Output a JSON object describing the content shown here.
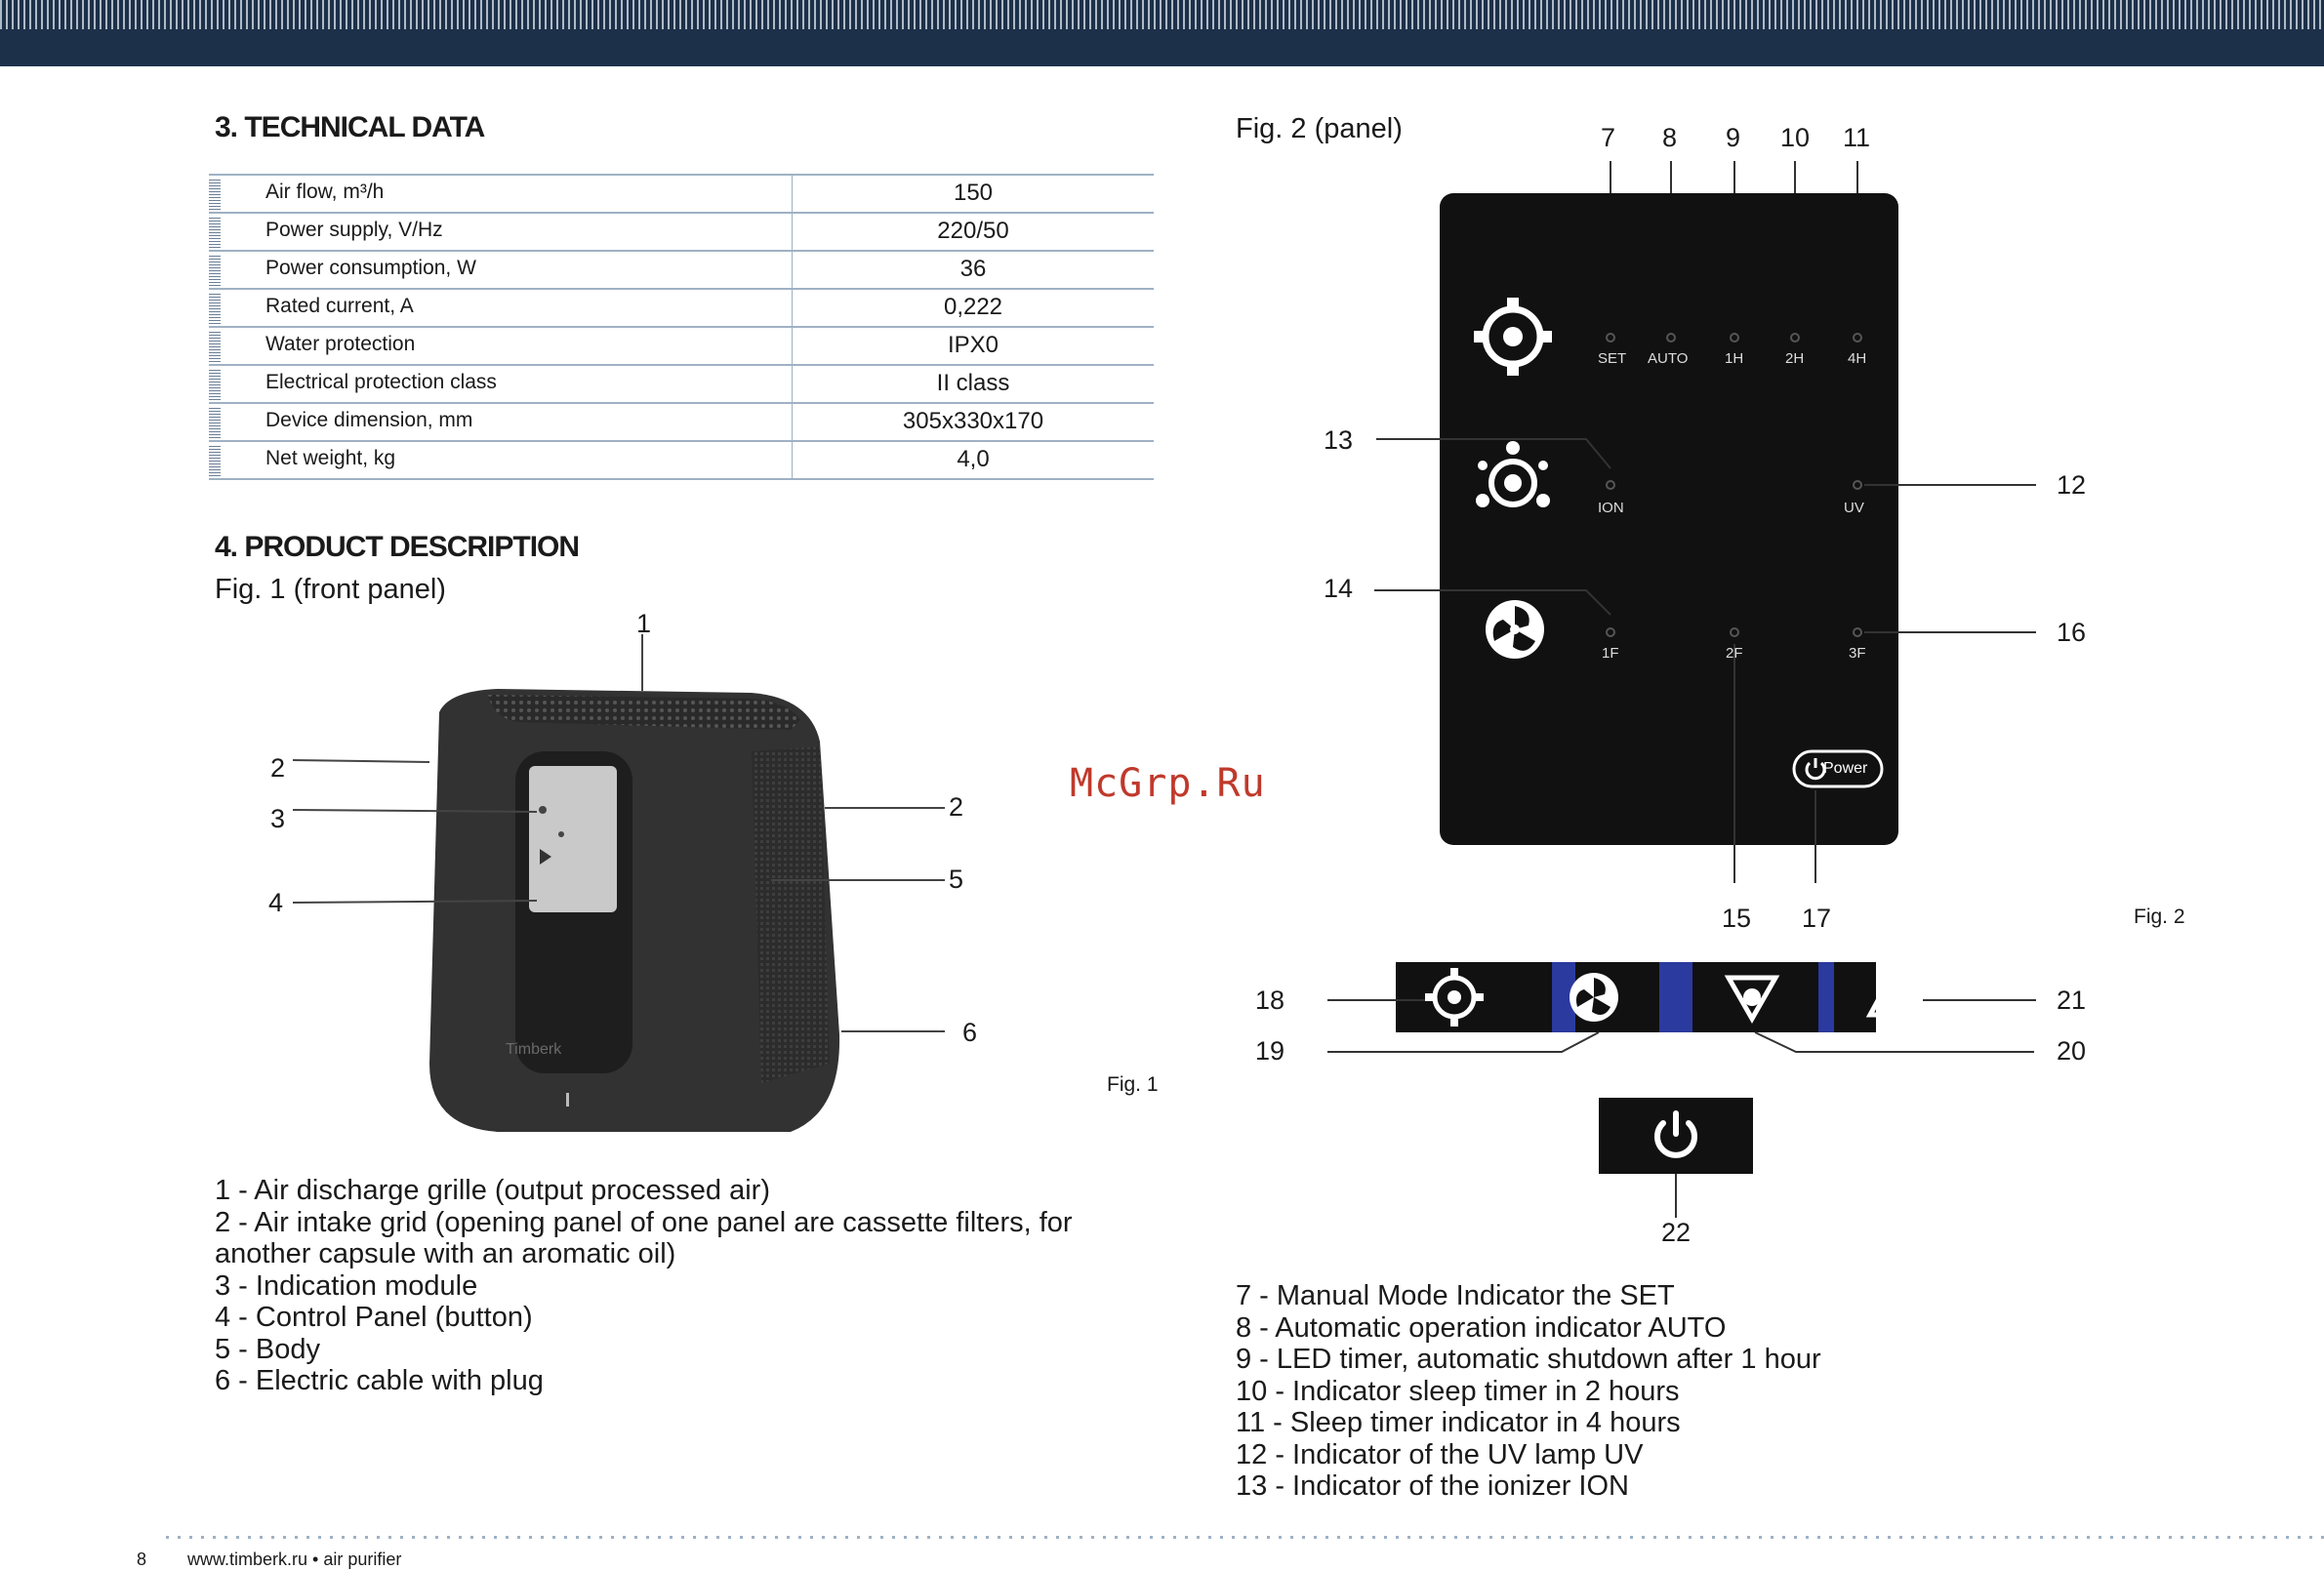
{
  "header": {},
  "tech": {
    "heading": "3. TECHNICAL DATA",
    "rows": [
      {
        "label": "Air flow, m³/h",
        "value": "150"
      },
      {
        "label": "Power supply, V/Hz",
        "value": "220/50"
      },
      {
        "label": "Power consumption, W",
        "value": "36"
      },
      {
        "label": "Rated current, A",
        "value": "0,222"
      },
      {
        "label": "Water protection",
        "value": "IPX0"
      },
      {
        "label": "Electrical protection class",
        "value": "II class"
      },
      {
        "label": "Device dimension, mm",
        "value": "305x330x170"
      },
      {
        "label": "Net weight, kg",
        "value": "4,0"
      }
    ]
  },
  "product": {
    "heading": "4. PRODUCT DESCRIPTION",
    "fig1_title": "Fig. 1 (front panel)",
    "fig1_caption": "Fig. 1",
    "callouts": [
      "1",
      "2",
      "3",
      "4",
      "2",
      "5",
      "6"
    ],
    "device_logo": "Timberk",
    "items": [
      "1 - Air discharge grille (output processed air)",
      "2 - Air intake grid (opening panel of one panel are cassette filters, for",
      "another capsule with an aromatic oil)",
      "3 - Indication module",
      "4 - Control Panel (button)",
      "5 - Body",
      "6 - Electric cable with plug"
    ]
  },
  "panel": {
    "fig2_title": "Fig. 2 (panel)",
    "fig2_caption": "Fig. 2",
    "top_numbers": [
      "7",
      "8",
      "9",
      "10",
      "11"
    ],
    "indicator_labels": [
      "SET",
      "AUTO",
      "1H",
      "2H",
      "4H"
    ],
    "ion_label": "ION",
    "uv_label": "UV",
    "speed_labels": [
      "1F",
      "2F",
      "3F"
    ],
    "power_label": "Power",
    "callouts": {
      "c12": "12",
      "c13": "13",
      "c14": "14",
      "c15": "15",
      "c16": "16",
      "c17": "17",
      "c18": "18",
      "c19": "19",
      "c20": "20",
      "c21": "21",
      "c22": "22"
    },
    "items": [
      "7 - Manual Mode Indicator the SET",
      "8 - Automatic operation indicator AUTO",
      "9 - LED timer, automatic shutdown after 1 hour",
      "10 - Indicator sleep timer in 2 hours",
      "11 - Sleep timer indicator in 4 hours",
      "12 - Indicator of the UV lamp UV",
      "13 - Indicator of the ionizer ION"
    ]
  },
  "watermark": "McGrp.Ru",
  "footer": {
    "page": "8",
    "site": "www.timberk.ru • air purifier"
  },
  "colors": {
    "header_bar": "#1d3049",
    "table_rule": "#9fb1c4",
    "panel_black": "#111111",
    "button_bar_blue": "#2b3a9e",
    "watermark": "#c0392b"
  }
}
